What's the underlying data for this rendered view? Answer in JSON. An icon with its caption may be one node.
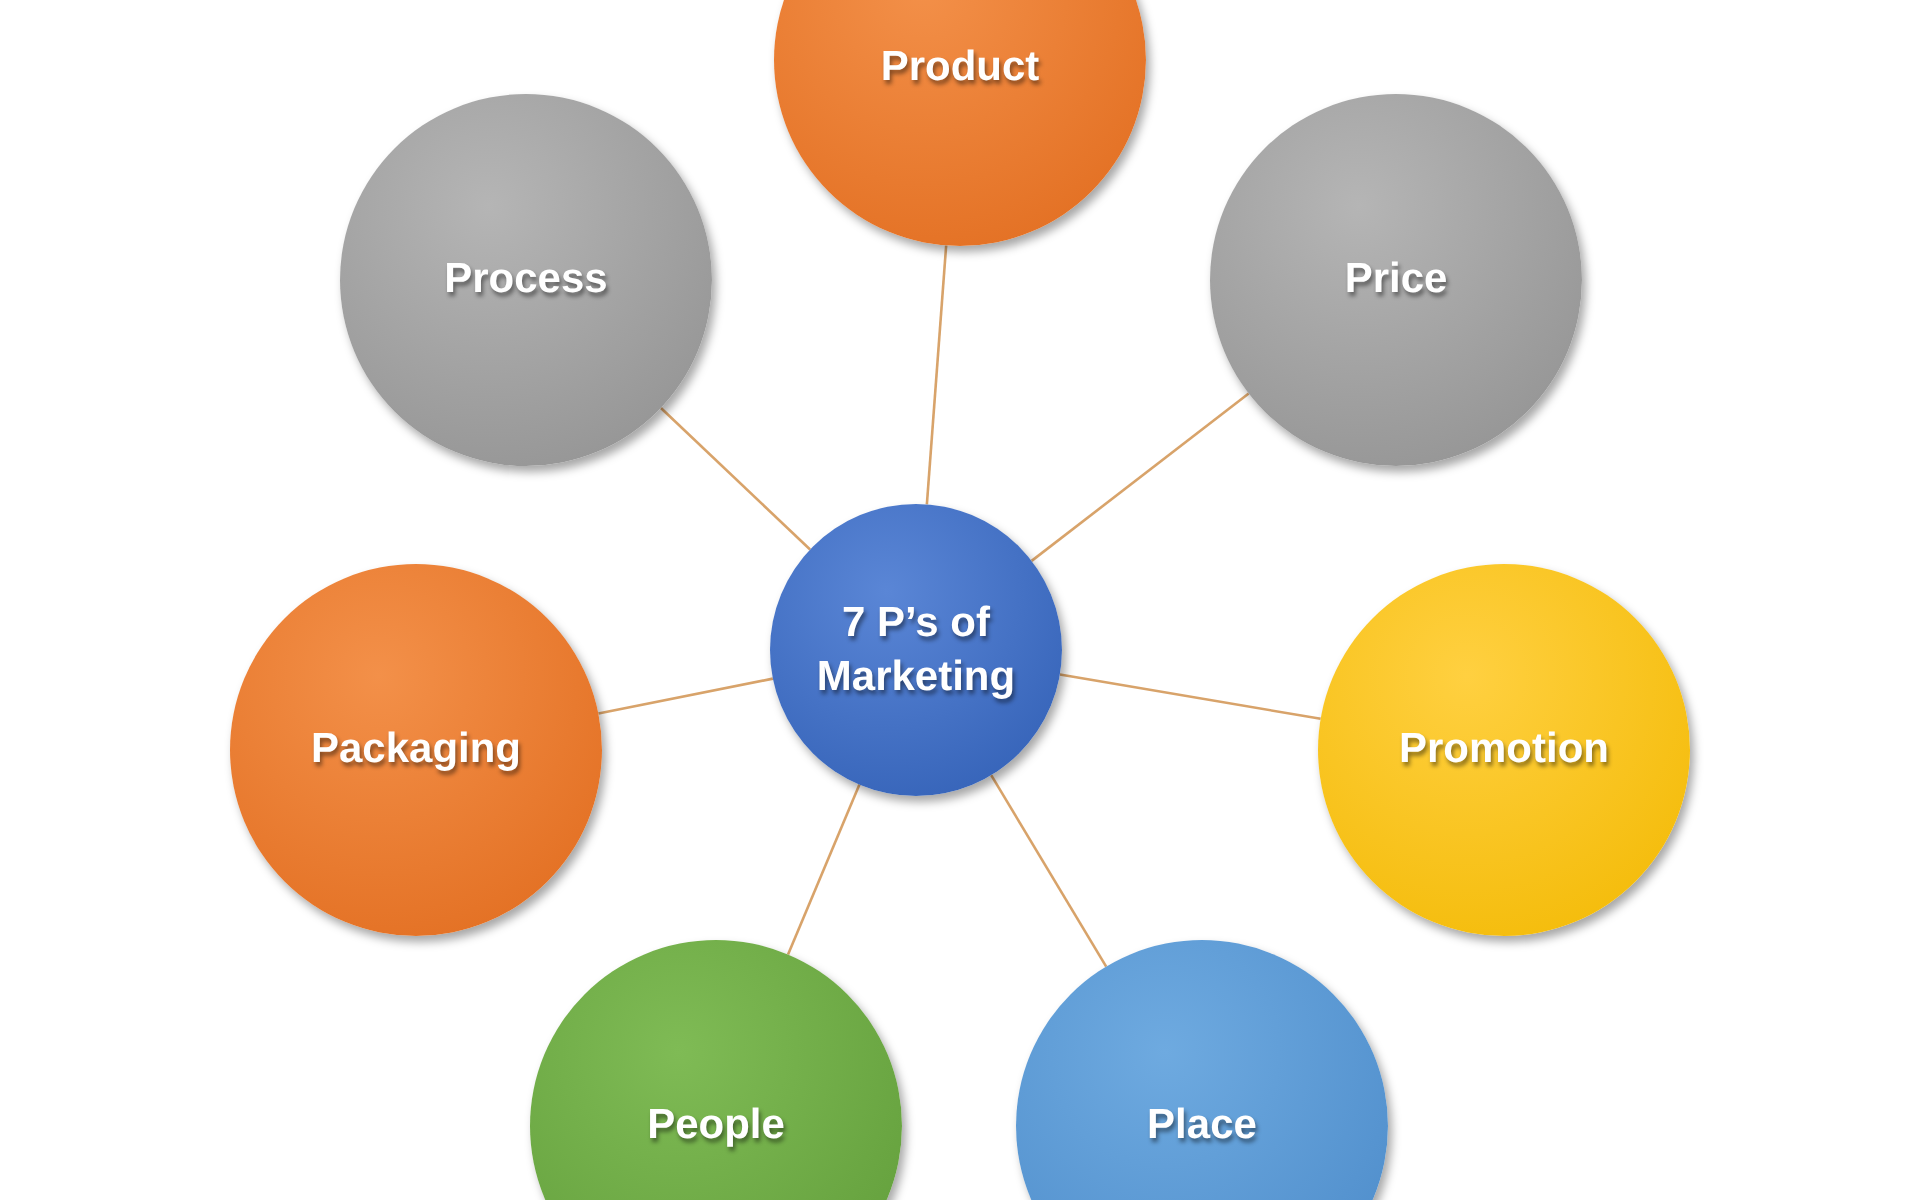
{
  "diagram": {
    "nodes": [
      {
        "text": [
          "7 P’s of Marketing"
        ]
      },
      {
        "text": [
          "Product"
        ]
      },
      {
        "text": [
          "Process"
        ]
      },
      {
        "text": [
          "Price"
        ]
      },
      {
        "text": [
          "Packaging"
        ]
      },
      {
        "text": [
          "Promotion"
        ]
      },
      {
        "text": [
          "People"
        ]
      },
      {
        "text": [
          "Place"
        ]
      }
    ],
    "edges": [
      {
        "from": 0,
        "to": 1,
        "arrow": "none"
      },
      {
        "from": 0,
        "to": 2,
        "arrow": "none"
      },
      {
        "from": 0,
        "to": 3,
        "arrow": "none"
      },
      {
        "from": 0,
        "to": 4,
        "arrow": "none"
      },
      {
        "from": 0,
        "to": 5,
        "arrow": "none"
      },
      {
        "from": 0,
        "to": 6,
        "arrow": "none"
      },
      {
        "from": 0,
        "to": 7,
        "arrow": "none"
      }
    ]
  }
}
